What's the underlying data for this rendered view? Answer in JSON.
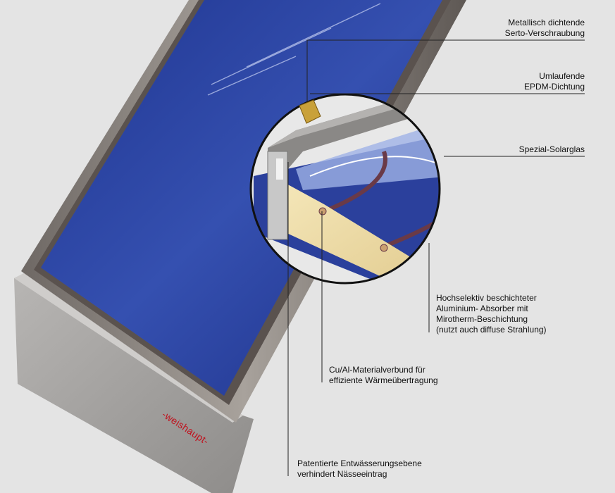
{
  "labels": {
    "serto": [
      "Metallisch dichtende",
      "Serto-Verschraubung"
    ],
    "epdm": [
      "Umlaufende",
      "EPDM-Dichtung"
    ],
    "solarglas": [
      "Spezial-Solarglas"
    ],
    "absorber": [
      "Hochselektiv beschichteter",
      "Aluminium- Absorber mit",
      "Mirotherm-Beschichtung",
      "(nutzt auch diffuse Strahlung)"
    ],
    "cual": [
      "Cu/Al-Materialverbund für",
      "effiziente Wärmeübertragung"
    ],
    "drainage": [
      "Patentierte Entwässerungsebene",
      "verhindert Nässeeintrag"
    ]
  },
  "brand": "-weishaupt-",
  "colors": {
    "background": "#e4e4e4",
    "glass": "#2a3f9a",
    "frame": "#8a8480",
    "brand": "#c0121e"
  }
}
